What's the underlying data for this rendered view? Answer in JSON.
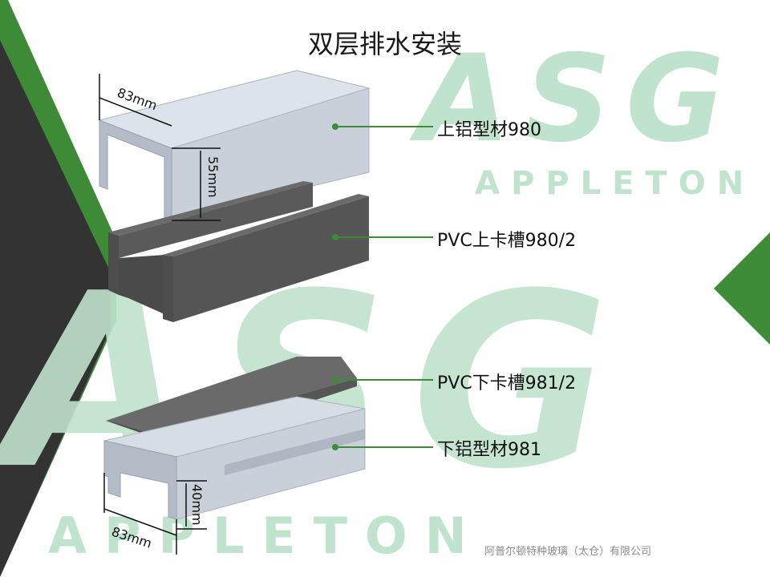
{
  "title": "双层排水安装",
  "watermark": {
    "logo_letters": "ASG",
    "logo_word": "APPLETON",
    "color": "#bfe3cc"
  },
  "components": [
    {
      "label": "上铝型材980"
    },
    {
      "label": "PVC上卡槽980/2"
    },
    {
      "label": "PVC下卡槽981/2"
    },
    {
      "label": "下铝型材981"
    }
  ],
  "dimensions": {
    "upper_width": "83mm",
    "upper_height": "55mm",
    "lower_width": "83mm",
    "lower_height": "40mm"
  },
  "footer": "阿普尔顿特种玻璃（太仓）有限公司",
  "colors": {
    "green": "#3d8b37",
    "dark": "#333333",
    "aluminum": "#c7cfd9",
    "pvc": "#555555"
  }
}
